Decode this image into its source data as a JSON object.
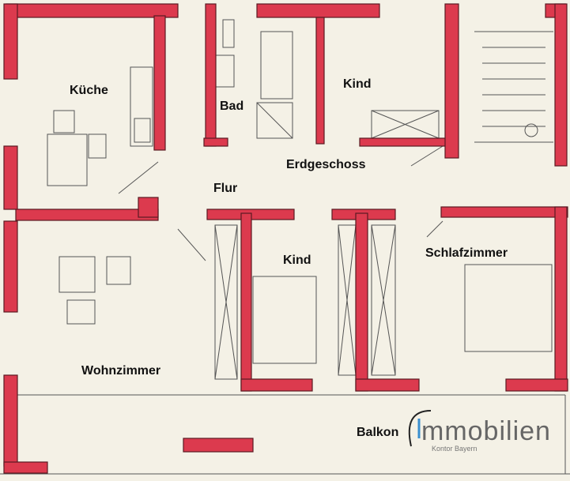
{
  "title": "Erdgeschoss",
  "rooms": {
    "kueche": "Küche",
    "bad": "Bad",
    "kind1": "Kind",
    "flur": "Flur",
    "kind2": "Kind",
    "schlafzimmer": "Schlafzimmer",
    "wohnzimmer": "Wohnzimmer",
    "balkon": "Balkon"
  },
  "logo": {
    "main": "mmobilien",
    "sub": "Kontor Bayern",
    "letter": "i"
  },
  "colors": {
    "wall": "#dc3a4e",
    "background": "#f4f1e6",
    "logo_accent": "#3a8fd0"
  }
}
